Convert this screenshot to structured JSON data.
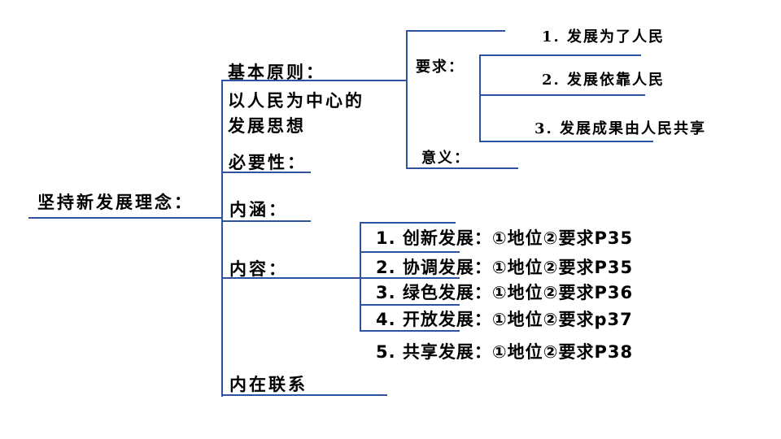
{
  "root": "坚持新发展理念：",
  "branches": {
    "principle_title": "基本原则：",
    "principle_body_1": "以人民为中心的",
    "principle_body_2": "发展思想",
    "requirement": "要求：",
    "significance": "意义：",
    "requirements": [
      "1. 发展为了人民",
      "2. 发展依靠人民",
      "3. 发展成果由人民共享"
    ],
    "necessity": "必要性：",
    "connotation": "内涵：",
    "content": "内容：",
    "content_items": [
      "1. 创新发展：①地位②要求P35",
      "2. 协调发展：①地位②要求P35",
      "3. 绿色发展：①地位②要求P36",
      "4. 开放发展：①地位②要求p37",
      "5. 共享发展：①地位②要求P38"
    ],
    "inner_link": "内在联系"
  },
  "colors": {
    "line": "#2e52a0"
  }
}
